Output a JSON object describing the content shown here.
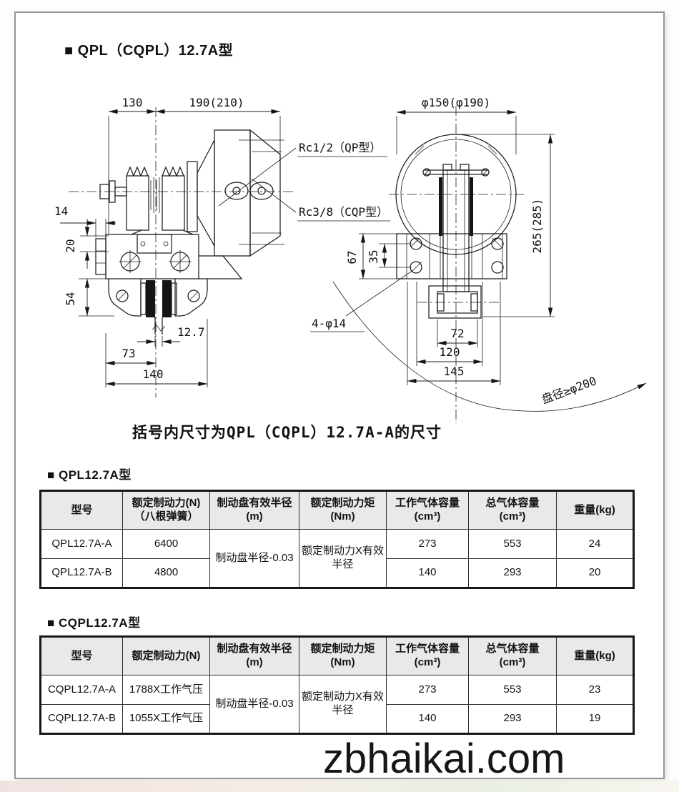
{
  "page": {
    "title": "■ QPL（CQPL）12.7A型",
    "note": "括号内尺寸为QPL（CQPL）12.7A-A的尺寸",
    "watermark": "zbhaikai.com"
  },
  "drawing": {
    "side": {
      "dim_130": "130",
      "dim_190": "190(210)",
      "dim_14": "14",
      "dim_20": "20",
      "dim_54": "54",
      "dim_127": "12.7",
      "dim_73": "73",
      "dim_140": "140",
      "label_rc12": "Rc1/2（QP型）",
      "label_rc38": "Rc3/8（CQP型）"
    },
    "front": {
      "dim_150": "φ150(φ190)",
      "dim_265": "265(285)",
      "dim_67": "67",
      "dim_35": "35",
      "dim_72": "72",
      "dim_120": "120",
      "dim_145": "145",
      "label_4phi14": "4-φ14",
      "label_disc": "盘径≥φ200"
    }
  },
  "table_qpl": {
    "section_title": "■ QPL12.7A型",
    "headers": {
      "model": [
        "型号"
      ],
      "force": [
        "额定制动力(N)",
        "（八根弹簧）"
      ],
      "radius": [
        "制动盘有效半径",
        "(m)"
      ],
      "torque": [
        "额定制动力矩",
        "(Nm)"
      ],
      "work_vol": [
        "工作气体容量",
        "(cm³)"
      ],
      "total_vol": [
        "总气体容量",
        "(cm³)"
      ],
      "weight": [
        "重量(kg)"
      ]
    },
    "merged": {
      "radius": "制动盘半径-0.03",
      "torque": "额定制动力X有效半径"
    },
    "rows": [
      {
        "model": "QPL12.7A-A",
        "force": "6400",
        "work_vol": "273",
        "total_vol": "553",
        "weight": "24"
      },
      {
        "model": "QPL12.7A-B",
        "force": "4800",
        "work_vol": "140",
        "total_vol": "293",
        "weight": "20"
      }
    ]
  },
  "table_cqpl": {
    "section_title": "■ CQPL12.7A型",
    "headers": {
      "model": [
        "型号"
      ],
      "force": [
        "额定制动力(N)"
      ],
      "radius": [
        "制动盘有效半径",
        "(m)"
      ],
      "torque": [
        "额定制动力矩",
        "(Nm)"
      ],
      "work_vol": [
        "工作气体容量",
        "(cm³)"
      ],
      "total_vol": [
        "总气体容量",
        "(cm³)"
      ],
      "weight": [
        "重量(kg)"
      ]
    },
    "merged": {
      "radius": "制动盘半径-0.03",
      "torque": "额定制动力X有效半径"
    },
    "rows": [
      {
        "model": "CQPL12.7A-A",
        "force": "1788X工作气压",
        "work_vol": "273",
        "total_vol": "553",
        "weight": "23"
      },
      {
        "model": "CQPL12.7A-B",
        "force": "1055X工作气压",
        "work_vol": "140",
        "total_vol": "293",
        "weight": "19"
      }
    ]
  }
}
